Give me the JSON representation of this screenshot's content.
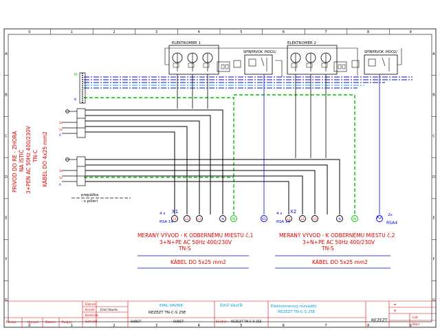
{
  "frame": {
    "col_numbers": [
      "0",
      "1",
      "2",
      "3",
      "4",
      "5",
      "6",
      "7",
      "8",
      "9"
    ],
    "row_letters": [
      "A",
      "B",
      "C",
      "D",
      "E",
      "F",
      "G"
    ]
  },
  "diagram": {
    "meter1_label": "ELEKTROMER 1",
    "meter2_label": "ELEKTROMER 2",
    "switch1_label": "SPÍNPRVOK /HDO1/",
    "switch2_label": "SPÍNPRVOK /HDO2/",
    "supply_text": [
      "PRÍVOD DO RE - ZHORA",
      "NA ISTIČ",
      "3+PEN AC 50Hz 400/230V",
      "TN-C",
      "KÁBEL DO 4x25 mm2"
    ],
    "bar_labels": [
      "PE",
      "N"
    ],
    "breaker_labels": [
      "3x",
      "1x",
      "A"
    ],
    "prepazka_label": "prepážka",
    "v_pilieri_label": "- v pilieri",
    "x1_label": "X1",
    "x1_prefix": "4 x",
    "x1_sub": "RSA 14",
    "x2_label": "X2",
    "x2_prefix": "4 x",
    "x2_sub": "RSA 14",
    "k2_label": "K2",
    "k2_prefix": "2x",
    "k2_sub": "RSA4",
    "terminals1": [
      "L1",
      "L2",
      "L3",
      "N",
      "PE"
    ],
    "terminals2": [
      "L1",
      "L2",
      "L3",
      "N",
      "PE"
    ],
    "terminal_k1": "K1",
    "block1_title": "MERANÝ VÝVOD - K ODBERNÉMU MIESTU č.1",
    "block1_spec": "3+N+PE AC 50Hz 400/230V",
    "block1_net": "TN-S",
    "block1_cable": "KÁBEL DO 5x25 mm2",
    "block2_title": "MERANÝ VÝVOD - K ODBERNÉMU MIESTU č.2",
    "block2_spec": "3+N+PE AC 50Hz 400/230V",
    "block2_net": "TN-S",
    "block2_cable": "KÁBEL DO 5x25 mm2"
  },
  "titleblock": {
    "headers": [
      "Revize",
      "Upravil",
      "Datum",
      "Podpis"
    ],
    "roles": [
      "Datum",
      "Kreslil",
      "Kontrola",
      "Schválil"
    ],
    "kreslil_name": "Emil Vavrik",
    "firm": "EMIL VAVRÍK",
    "drawing": "REZEZT TN-C-S 25E",
    "author2": "Emil Vavrík",
    "desc_title": "Elektromerový rozváděč",
    "desc_sub": "REZEZT TN-C-S 25E",
    "subst1": "SUBST:",
    "subst2": "SUBST:",
    "soubor": "Soubor:",
    "soubor_val": "REZEZT TN-C-S 25E",
    "rezezt": "REZEZT",
    "list": "List",
    "nasl": "Násl.",
    "minus": "=",
    "plus": "+"
  },
  "colors": {
    "red": "#e00000",
    "blue": "#0000e0",
    "green": "#00c000",
    "cyan": "#00a0e0",
    "black": "#000000",
    "magenta": "#d000d0"
  }
}
